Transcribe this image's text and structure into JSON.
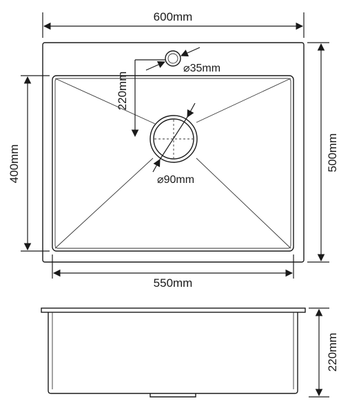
{
  "dimensions": {
    "top_width": "600mm",
    "bowl_width": "550mm",
    "bowl_depth": "400mm",
    "overall_depth": "500mm",
    "tap_hole_offset": "220mm",
    "tap_hole_diameter": "⌀35mm",
    "drain_diameter": "⌀90mm",
    "side_height": "220mm"
  },
  "colors": {
    "line": "#1a1a1a",
    "background": "#ffffff"
  }
}
